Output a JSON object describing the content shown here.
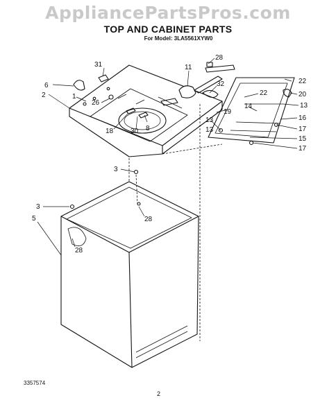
{
  "watermark": "AppliancePartsPros.com",
  "title": "TOP AND CABINET PARTS",
  "subtitle": "For Model: 3LA5561XYW0",
  "doc_number": "3357574",
  "page_number": "2",
  "callouts": [
    "28",
    "31",
    "11",
    "6",
    "1",
    "32",
    "22",
    "22",
    "20",
    "2",
    "26",
    "13",
    "8",
    "14",
    "13",
    "16",
    "18",
    "30",
    "19",
    "13",
    "17",
    "15",
    "17",
    "3",
    "3",
    "28",
    "5",
    "28"
  ]
}
